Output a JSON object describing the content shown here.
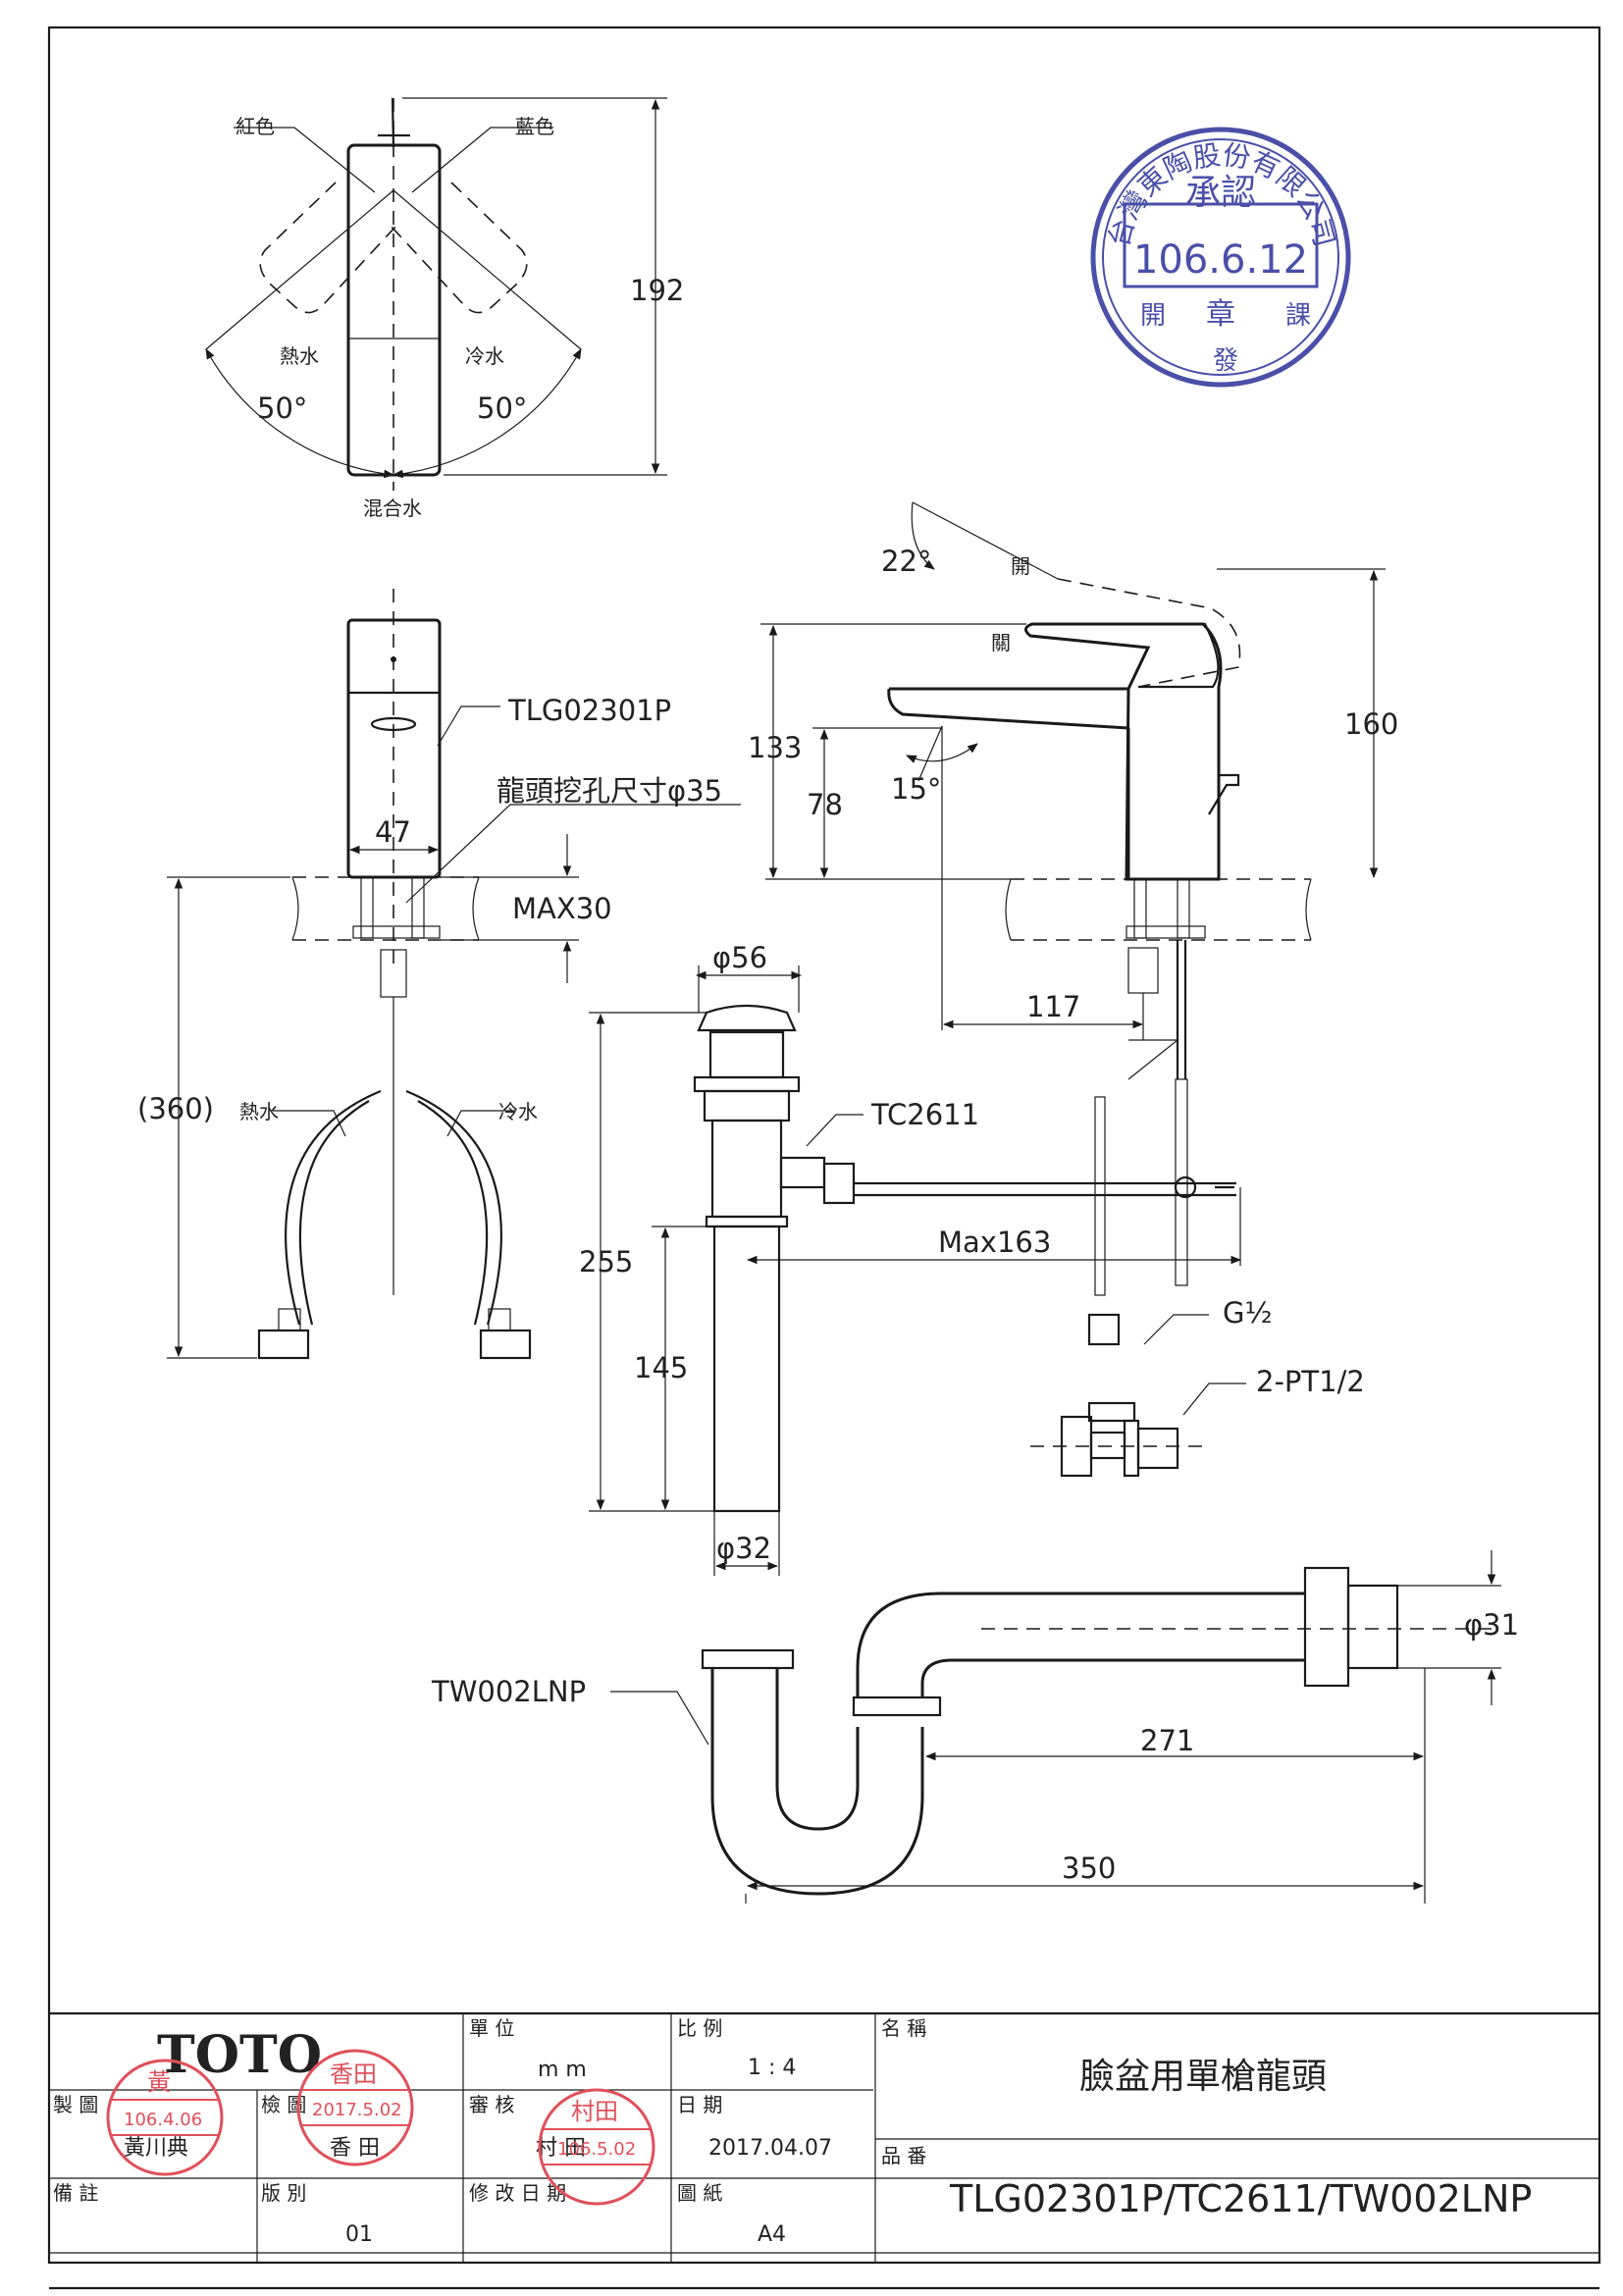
{
  "top_view": {
    "red_label": "紅色",
    "blue_label": "藍色",
    "hot_label": "熱水",
    "cold_label": "冷水",
    "angle_left": "50°",
    "angle_right": "50°",
    "mixed_label": "混合水",
    "height_dim": "192"
  },
  "front_view": {
    "model_label": "TLG02301P",
    "hole_label": "龍頭挖孔尺寸φ35",
    "width_dim": "47",
    "max_thickness": "MAX30",
    "hose_length": "(360)",
    "hot_label": "熱水",
    "cold_label": "冷水"
  },
  "side_view": {
    "lever_angle": "22°",
    "open_label": "開",
    "close_label": "關",
    "height_total": "160",
    "height_spout": "133",
    "height_outlet": "78",
    "outlet_angle": "15°",
    "reach_dim": "117"
  },
  "drain_view": {
    "top_dia": "φ56",
    "model_label": "TC2611",
    "total_height": "255",
    "tail_height": "145",
    "max_rod": "Max163",
    "tail_dia": "φ32",
    "hose_thread": "G½",
    "valve_label": "2-PT1/2"
  },
  "trap_view": {
    "model_label": "TW002LNP",
    "outlet_dia": "φ31",
    "dim_271": "271",
    "dim_350": "350"
  },
  "stamp": {
    "company": "台灣東陶股份有限公司",
    "approve": "承認",
    "date": "106.6.12",
    "seal": "章",
    "dept_left": "開",
    "dept_mid": "發",
    "dept_right": "課"
  },
  "title_block": {
    "logo": "TOTO",
    "unit_label": "單 位",
    "unit_value": "m m",
    "scale_label": "比 例",
    "scale_value": "1 : 4",
    "name_label": "名 稱",
    "name_value": "臉盆用單槍龍頭",
    "drawn_label": "製 圖",
    "drawn_by": "黃川典",
    "checked_label": "檢 圖",
    "checked_by": "香 田",
    "reviewed_label": "審 核",
    "reviewed_by": "村 田",
    "date_label": "日 期",
    "date_value": "2017.04.07",
    "part_label": "品 番",
    "part_value": "TLG02301P/TC2611/TW002LNP",
    "remarks_label": "備 註",
    "version_label": "版 別",
    "version_value": "01",
    "revision_label": "修 改 日 期",
    "paper_label": "圖 紙",
    "paper_value": "A4",
    "stamp_drawn_date": "106.4.06",
    "stamp_checked_date": "2017.5.02",
    "stamp_reviewed_date": "106.5.02",
    "stamp_drawn_name": "黃",
    "stamp_checked_name": "香田",
    "stamp_reviewed_name": "村田"
  }
}
